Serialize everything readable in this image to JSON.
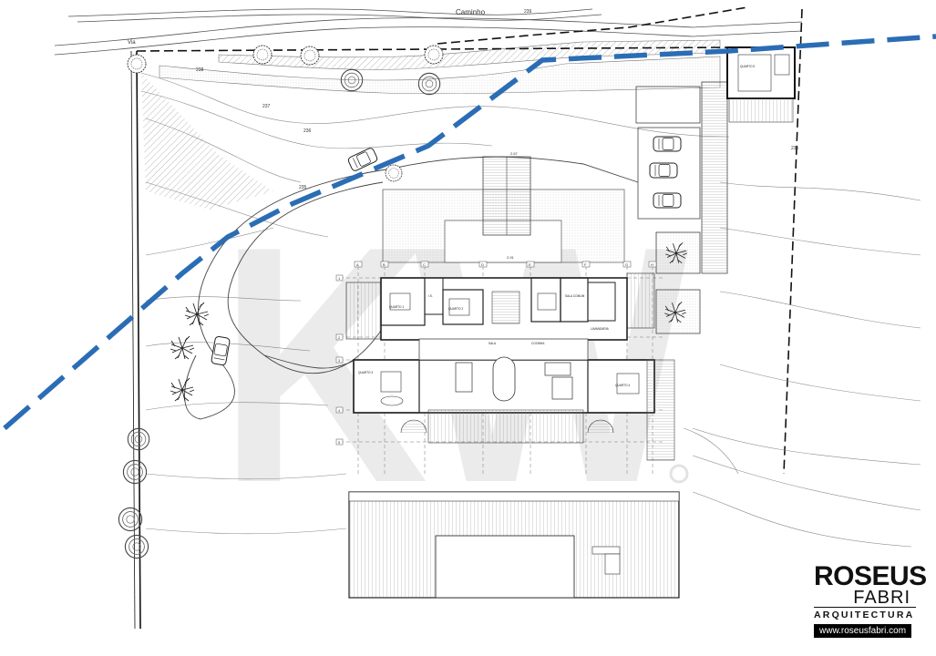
{
  "site": {
    "road_label": "Caminho",
    "road_label_2": "Via",
    "contours": [
      "239",
      "238",
      "237",
      "236",
      "235",
      "235",
      "2.67",
      "2.91"
    ]
  },
  "rooms": {
    "quarto_1": "QUARTO 1",
    "quarto_2": "QUARTO 2",
    "quarto_3": "QUARTO 3",
    "quarto_4": "QUARTO 4",
    "quarto_5": "QUARTO 5",
    "sala_comum": "SALA COMUM",
    "sala": "SALA",
    "cozinha": "COZINHA",
    "lavandaria": "LAVANDARIA",
    "wc": "I.S."
  },
  "grid_axes": {
    "columns": [
      "A",
      "B",
      "C",
      "D",
      "E",
      "F",
      "G",
      "H"
    ],
    "rows": [
      "1",
      "2",
      "3",
      "4",
      "5"
    ]
  },
  "brand": {
    "name_line1": "ROSEUS",
    "name_line2": "FABRI",
    "tagline": "ARQUITECTURA",
    "url": "www.roseusfabri.com",
    "watermark": "KW"
  },
  "colors": {
    "line": "#4a4a4a",
    "boundary": "#111111",
    "blue_path": "#2b6db5",
    "watermark": "#e9e9e9",
    "hatch": "#9a9a9a"
  }
}
